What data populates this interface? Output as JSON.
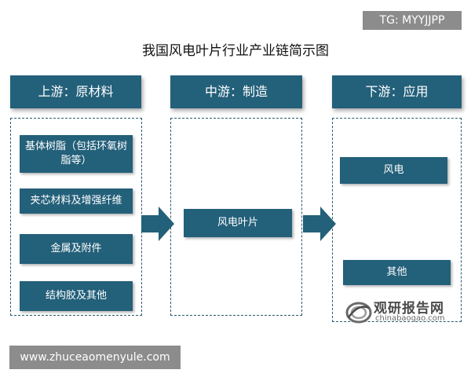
{
  "watermark_top": "TG: MYYJJPP",
  "title": "我国风电叶片行业产业链简示图",
  "columns": [
    {
      "header": "上游：原材料",
      "items": [
        "基体树脂（包括环氧树脂等）",
        "夹芯材料及增强纤维",
        "金属及附件",
        "结构胶及其他"
      ]
    },
    {
      "header": "中游：制造",
      "items": [
        "风电叶片"
      ]
    },
    {
      "header": "下游：应用",
      "items": [
        "风电",
        "其他"
      ]
    }
  ],
  "logo": {
    "cn": "观研报告网",
    "en": "chinabaogao.com",
    "icon": "swirl-logo-icon"
  },
  "watermark_bottom": "www.zhuceaomenyule.com",
  "colors": {
    "primary": "#23607a",
    "dash": "#2a5a70",
    "watermark": "#8c8c8c"
  }
}
